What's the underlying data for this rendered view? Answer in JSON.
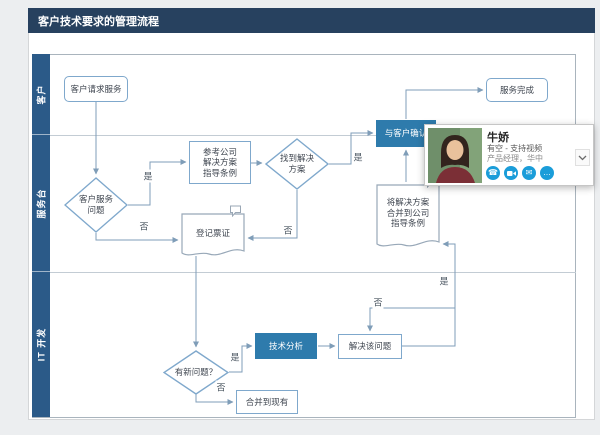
{
  "title": "客户技术要求的管理流程",
  "lanes": [
    {
      "label": "客户"
    },
    {
      "label": "服务台"
    },
    {
      "label": "IT 开发"
    }
  ],
  "nodes": {
    "request": "客户请求服务",
    "issue": "客户服务问题",
    "reference": "参考公司解决方案指导条例",
    "found": "找到解决方案",
    "ticket": "登记票证",
    "confirm": "与客户确认",
    "merge_doc": "将解决方案合并到公司指导条例",
    "done": "服务完成",
    "new_issue": "有新问题？",
    "analysis": "技术分析",
    "solve": "解决该问题",
    "merge_existing": "合并到现有"
  },
  "edge_labels": {
    "yes": "是",
    "no": "否"
  },
  "contact_card": {
    "name": "牛娇",
    "status": "有空 - 支持视频",
    "title": "产品经理，华中",
    "icons": [
      "call-icon",
      "video-icon",
      "email-icon",
      "more-icon"
    ]
  },
  "colors": {
    "title_bar": "#27415f",
    "lane_header": "#2b5a88",
    "shape_border": "#7fa8cc",
    "filled_shape": "#2e7bac",
    "document_border": "#98a8b8",
    "connector": "#7f9db8",
    "contact_icon": "#1b9dd9"
  }
}
